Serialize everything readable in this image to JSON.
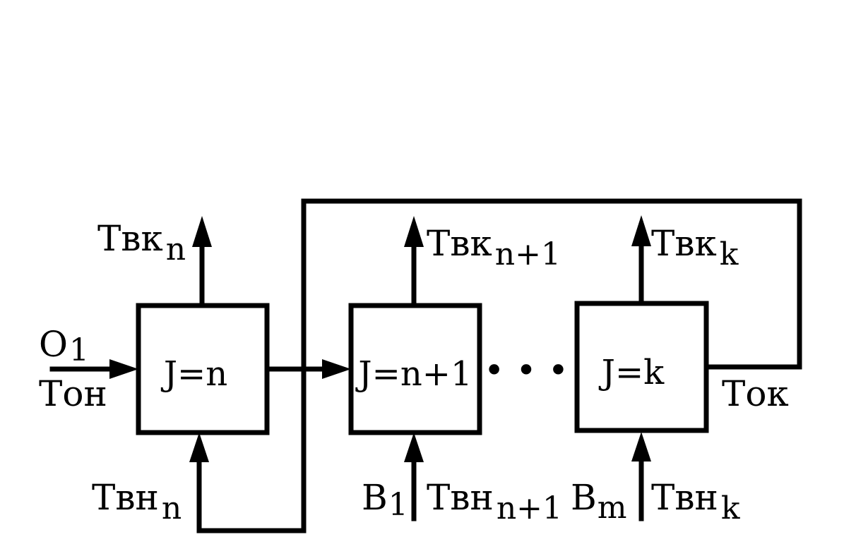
{
  "blocks": [
    {
      "label": "J=n"
    },
    {
      "label": "J=n+1"
    },
    {
      "label": "J=k"
    }
  ],
  "ellipsis": "• • •",
  "inputs": {
    "o_main": "O",
    "o_sub": "1",
    "t_on": "Тон"
  },
  "output": {
    "t_ok": "Ток"
  },
  "top_labels": [
    {
      "main": "Твк",
      "sub": "n"
    },
    {
      "main": "Твк",
      "sub": "n+1"
    },
    {
      "main": "Твк",
      "sub": "k"
    }
  ],
  "bottom_labels": [
    {
      "main": "Твн",
      "sub": "n"
    },
    {
      "main": "Твн",
      "sub": "n+1"
    },
    {
      "main": "Твн",
      "sub": "k"
    }
  ],
  "b_labels": [
    {
      "main": "B",
      "sub": "1"
    },
    {
      "main": "B",
      "sub": "m"
    }
  ]
}
